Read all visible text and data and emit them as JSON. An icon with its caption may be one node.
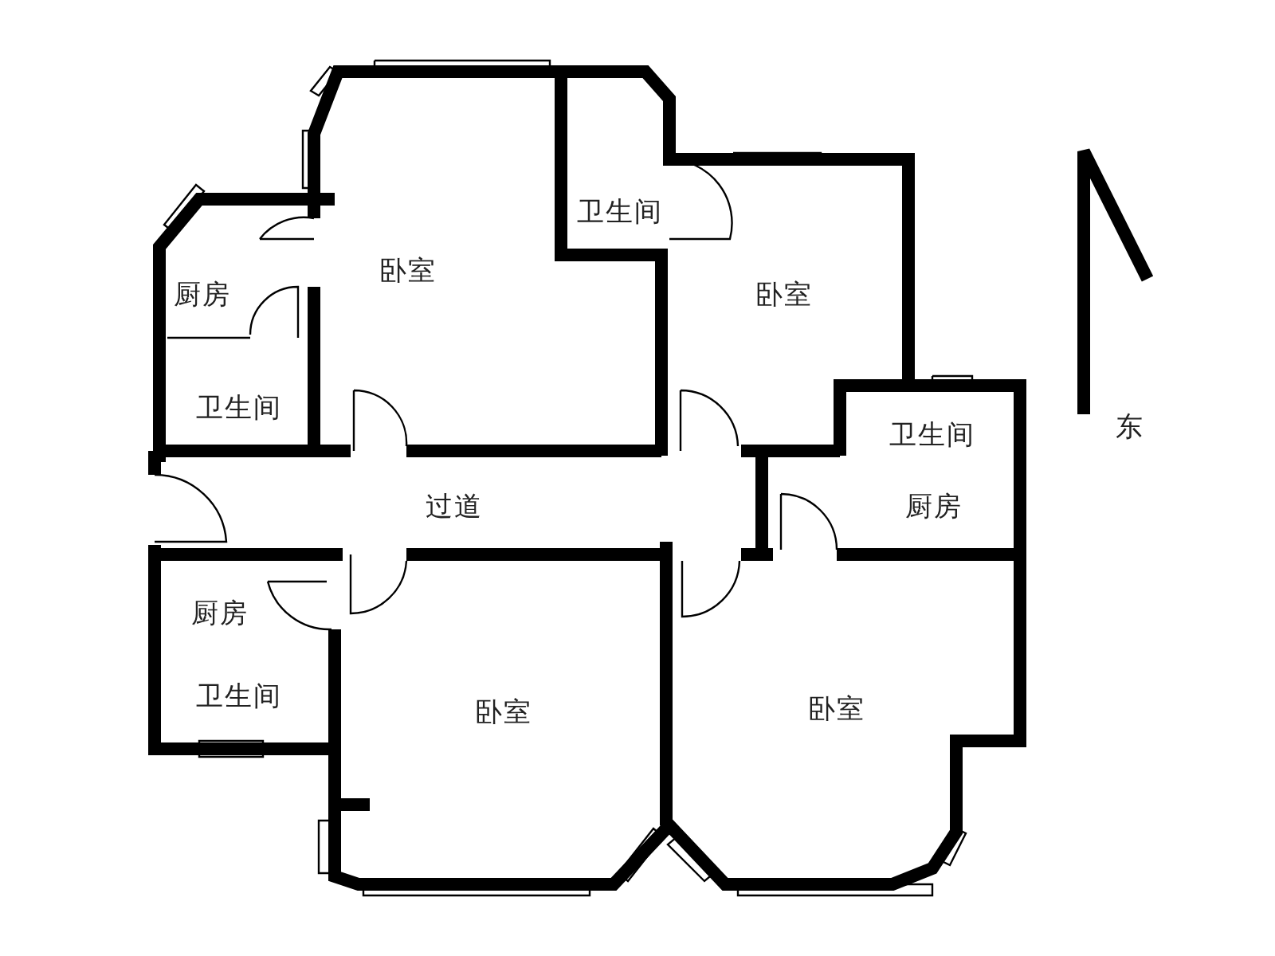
{
  "diagram": {
    "labels": [
      "卫生间",
      "卧室",
      "厨房",
      "卧室",
      "卫生间",
      "卫生间",
      "东",
      "过道",
      "厨房",
      "厨房",
      "卫生间",
      "卧室",
      "卧室"
    ]
  }
}
